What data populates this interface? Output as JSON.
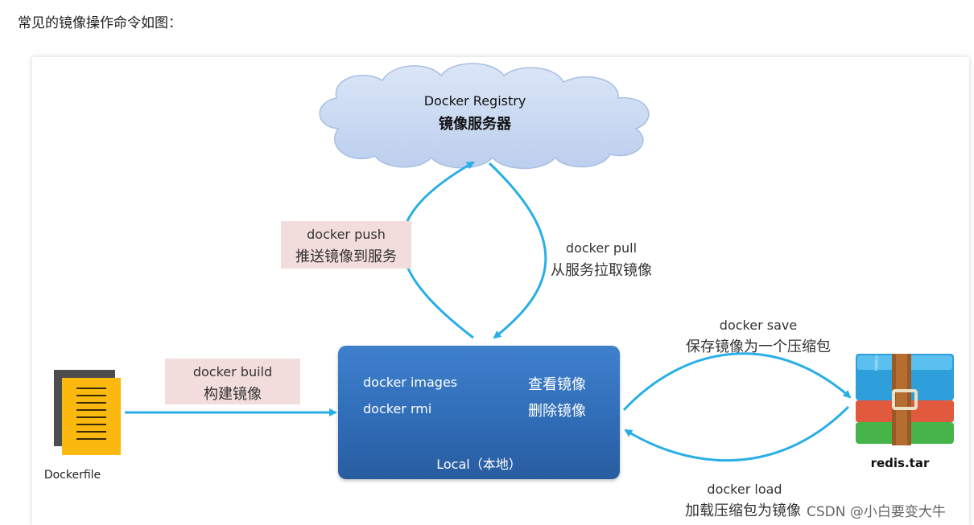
{
  "intro_text": "常见的镜像操作命令如图：",
  "registry": {
    "title": "Docker Registry",
    "subtitle": "镜像服务器"
  },
  "push": {
    "cmd": "docker push",
    "desc": "推送镜像到服务"
  },
  "pull": {
    "cmd": "docker pull",
    "desc": "从服务拉取镜像"
  },
  "build": {
    "cmd": "docker build",
    "desc": "构建镜像"
  },
  "local": {
    "rows": [
      {
        "cmd": "docker images",
        "desc": "查看镜像"
      },
      {
        "cmd": "docker rmi",
        "desc": "删除镜像"
      }
    ],
    "label": "Local（本地）"
  },
  "save": {
    "cmd": "docker save",
    "desc": "保存镜像为一个压缩包"
  },
  "load": {
    "cmd": "docker load",
    "desc": "加载压缩包为镜像"
  },
  "dockerfile_label": "Dockerfile",
  "archive": {
    "label": "redis.tar",
    "brand": "Haocu"
  },
  "watermark": "CSDN @小白要变大牛",
  "colors": {
    "arrow": "#29aee6",
    "cloud": "#c9d9f1",
    "local_box": "#3573bf",
    "pink_label": "#f3dcdc",
    "doc_yellow": "#fbb910"
  }
}
